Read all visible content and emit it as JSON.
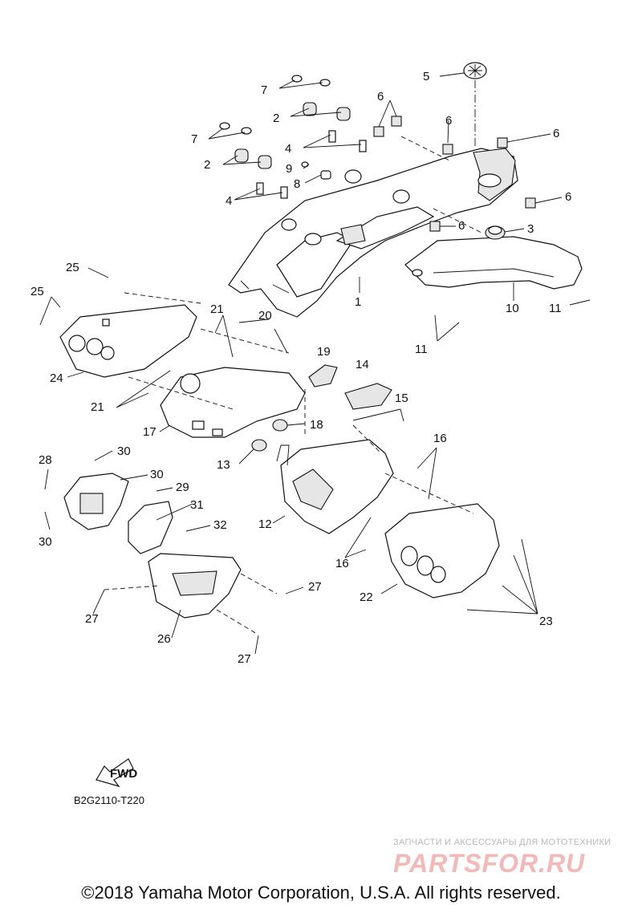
{
  "diagram": {
    "callouts": [
      {
        "id": "c5",
        "text": "5"
      },
      {
        "id": "c7a",
        "text": "7"
      },
      {
        "id": "c2a",
        "text": "2"
      },
      {
        "id": "c6a",
        "text": "6"
      },
      {
        "id": "c6b",
        "text": "6"
      },
      {
        "id": "c6c",
        "text": "6"
      },
      {
        "id": "c7b",
        "text": "7"
      },
      {
        "id": "c4a",
        "text": "4"
      },
      {
        "id": "c2b",
        "text": "2"
      },
      {
        "id": "c9",
        "text": "9"
      },
      {
        "id": "c8",
        "text": "8"
      },
      {
        "id": "c6d",
        "text": "6"
      },
      {
        "id": "c4b",
        "text": "4"
      },
      {
        "id": "c6e",
        "text": "6"
      },
      {
        "id": "c3",
        "text": "3"
      },
      {
        "id": "c25a",
        "text": "25"
      },
      {
        "id": "c25b",
        "text": "25"
      },
      {
        "id": "c1",
        "text": "1"
      },
      {
        "id": "c10",
        "text": "10"
      },
      {
        "id": "c11a",
        "text": "11"
      },
      {
        "id": "c21a",
        "text": "21"
      },
      {
        "id": "c20",
        "text": "20"
      },
      {
        "id": "c11b",
        "text": "11"
      },
      {
        "id": "c19",
        "text": "19"
      },
      {
        "id": "c14",
        "text": "14"
      },
      {
        "id": "c24",
        "text": "24"
      },
      {
        "id": "c21b",
        "text": "21"
      },
      {
        "id": "c15",
        "text": "15"
      },
      {
        "id": "c18",
        "text": "18"
      },
      {
        "id": "c17",
        "text": "17"
      },
      {
        "id": "c16a",
        "text": "16"
      },
      {
        "id": "c30a",
        "text": "30"
      },
      {
        "id": "c13",
        "text": "13"
      },
      {
        "id": "c28",
        "text": "28"
      },
      {
        "id": "c30b",
        "text": "30"
      },
      {
        "id": "c29",
        "text": "29"
      },
      {
        "id": "c31",
        "text": "31"
      },
      {
        "id": "c32",
        "text": "32"
      },
      {
        "id": "c12",
        "text": "12"
      },
      {
        "id": "c30c",
        "text": "30"
      },
      {
        "id": "c16b",
        "text": "16"
      },
      {
        "id": "c27a",
        "text": "27"
      },
      {
        "id": "c22",
        "text": "22"
      },
      {
        "id": "c27b",
        "text": "27"
      },
      {
        "id": "c23",
        "text": "23"
      },
      {
        "id": "c26",
        "text": "26"
      },
      {
        "id": "c27c",
        "text": "27"
      }
    ],
    "fwd_label": "FWD",
    "drawing_code": "B2G2110-T220"
  },
  "watermark": {
    "tagline": "ЗАПЧАСТИ И АКСЕССУАРЫ ДЛЯ МОТОТЕХНИКИ",
    "logo": "PARTSFOR.RU"
  },
  "copyright": "©2018 Yamaha Motor Corporation, U.S.A. All rights reserved."
}
